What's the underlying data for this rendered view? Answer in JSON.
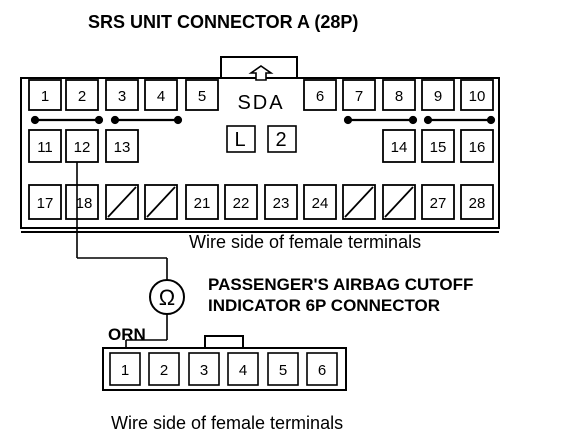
{
  "title": "SRS UNIT CONNECTOR A (28P)",
  "connector_a": {
    "row1": [
      "1",
      "2",
      "3",
      "4",
      "5",
      "6",
      "7",
      "8",
      "9",
      "10"
    ],
    "row2": [
      "11",
      "12",
      "13",
      "14",
      "15",
      "16"
    ],
    "row3": [
      "17",
      "18",
      "21",
      "22",
      "23",
      "24",
      "27",
      "28"
    ],
    "center_label": "SDA",
    "center_box_left": "L",
    "center_box_right": "2",
    "caption": "Wire side of female terminals"
  },
  "ohmmeter_symbol": "Ω",
  "passenger_connector": {
    "title_line1": "PASSENGER'S AIRBAG CUTOFF",
    "title_line2": "INDICATOR 6P CONNECTOR",
    "wire_color": "ORN",
    "terminals": [
      "1",
      "2",
      "3",
      "4",
      "5",
      "6"
    ],
    "caption": "Wire side of female terminals"
  }
}
